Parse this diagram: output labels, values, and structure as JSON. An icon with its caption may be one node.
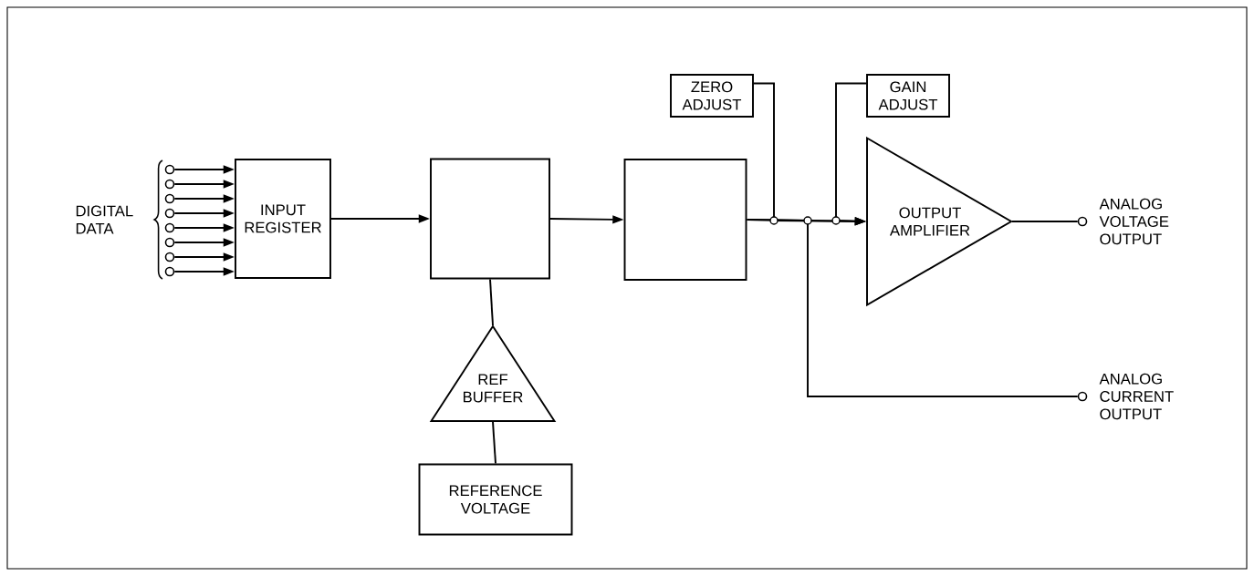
{
  "diagram": {
    "nodes": [
      {
        "text": [],
        "shape": "circle"
      },
      {
        "text": [],
        "shape": "circle"
      },
      {
        "text": [],
        "shape": "circle"
      },
      {
        "text": [],
        "shape": "circle"
      },
      {
        "text": [],
        "shape": "circle"
      },
      {
        "text": [],
        "shape": "circle"
      },
      {
        "text": [],
        "shape": "circle"
      },
      {
        "text": [],
        "shape": "circle"
      },
      {
        "text": [
          "INPUT REGISTER"
        ]
      },
      {
        "text": [],
        "shape": "box"
      },
      {
        "text": [],
        "shape": "box"
      },
      {
        "text": [
          "ZERO ADJUST"
        ]
      },
      {
        "text": [
          "GAIN ADJUST"
        ]
      },
      {
        "text": [
          "OUTPUT AMPLIFIER"
        ]
      },
      {
        "text": [
          "REF BUFFER"
        ]
      },
      {
        "text": [
          "REFERENCE VOLTAGE"
        ]
      },
      {
        "text": [],
        "shape": "circle",
        "beside": [
          "ANALOG VOLTAGE OUTPUT"
        ]
      },
      {
        "text": [],
        "shape": "circle",
        "beside": [
          "ANALOG CURRENT OUTPUT"
        ]
      }
    ],
    "edges": [
      {
        "from": 0,
        "to": 8,
        "arrow": "to"
      },
      {
        "from": 1,
        "to": 8,
        "arrow": "to"
      },
      {
        "from": 2,
        "to": 8,
        "arrow": "to"
      },
      {
        "from": 3,
        "to": 8,
        "arrow": "to"
      },
      {
        "from": 4,
        "to": 8,
        "arrow": "to"
      },
      {
        "from": 5,
        "to": 8,
        "arrow": "to"
      },
      {
        "from": 6,
        "to": 8,
        "arrow": "to"
      },
      {
        "from": 7,
        "to": 8,
        "arrow": "to"
      },
      {
        "from": 8,
        "to": 9,
        "arrow": "to"
      },
      {
        "from": 9,
        "to": 10,
        "arrow": "to"
      },
      {
        "from": 9,
        "to": 14,
        "arrow": "none"
      },
      {
        "from": 14,
        "to": 15,
        "arrow": "none"
      },
      {
        "from": 10,
        "to": 13,
        "arrow": "to"
      },
      {
        "from": 11,
        "to": 13,
        "arrow": "to"
      },
      {
        "from": 12,
        "to": 13,
        "arrow": "to"
      },
      {
        "from": 10,
        "to": 17,
        "arrow": "none"
      },
      {
        "from": 13,
        "to": 16,
        "arrow": "none"
      }
    ],
    "labels": [
      "DIGITAL DATA"
    ]
  }
}
